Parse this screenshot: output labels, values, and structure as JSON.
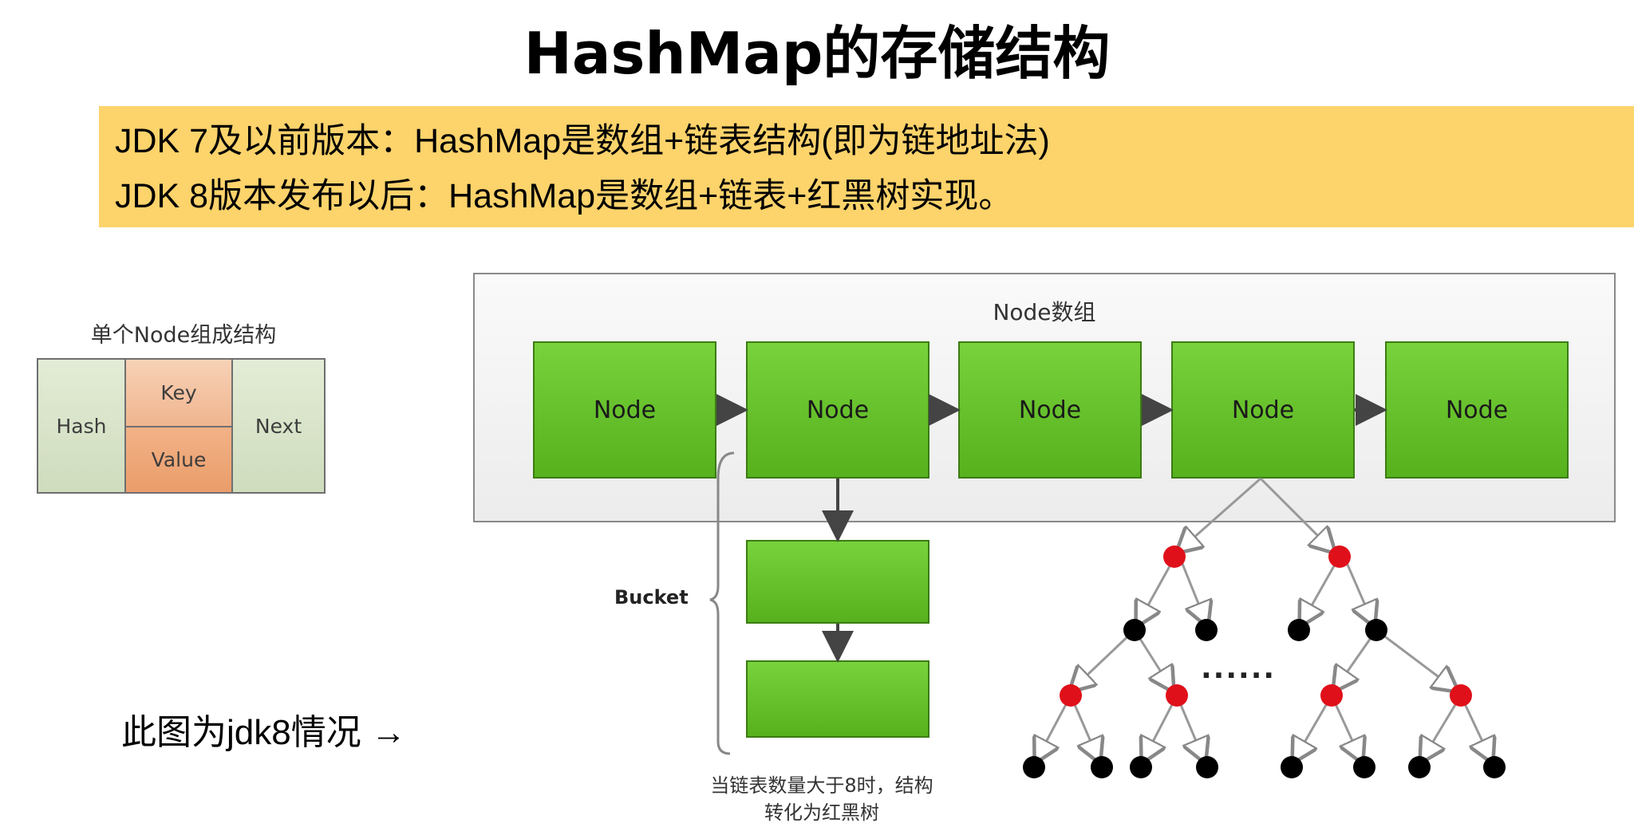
{
  "title": "HashMap的存储结构",
  "banner": {
    "line1": "JDK 7及以前版本：HashMap是数组+链表结构(即为链地址法)",
    "line2": "JDK 8版本发布以后：HashMap是数组+链表+红黑树实现。"
  },
  "single_node": {
    "title": "单个Node组成结构",
    "hash": "Hash",
    "key": "Key",
    "value": "Value",
    "next": "Next"
  },
  "array": {
    "label": "Node数组",
    "nodes": [
      "Node",
      "Node",
      "Node",
      "Node",
      "Node"
    ]
  },
  "bucket": {
    "label": "Bucket",
    "caption_line1": "当链表数量大于8时，结构",
    "caption_line2": "转化为红黑树"
  },
  "tree": {
    "ellipsis": "......",
    "red_color": "#e0101a",
    "black_color": "#000000"
  },
  "note": "此图为jdk8情况 →",
  "colors": {
    "banner": "#fdd36b",
    "node_green": "#66c12a"
  }
}
